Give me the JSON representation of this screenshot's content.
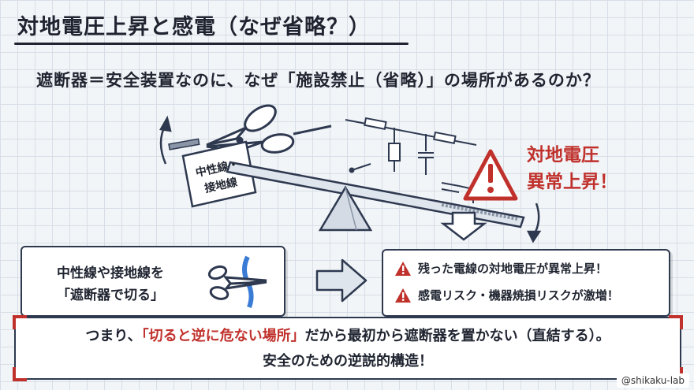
{
  "title": "対地電圧上昇と感電（なぜ省略？）",
  "question": "遮断器＝安全装置なのに、なぜ「施設禁止（省略）」の場所があるのか？",
  "illustration": {
    "tag_line1": "中性線・",
    "tag_line2": "接地線",
    "warning_line1": "対地電圧",
    "warning_line2": "異常上昇！"
  },
  "cause": {
    "line1": "中性線や接地線を",
    "line2": "「遮断器で切る」"
  },
  "effects": [
    "残った電線の対地電圧が異常上昇！",
    "感電リスク・機器焼損リスクが激増！"
  ],
  "conclusion": {
    "prefix": "つまり、",
    "highlight": "「切ると逆に危ない場所」",
    "suffix": "だから最初から遮断器を置かない（直結する）。",
    "line2": "安全のための逆説的構造！"
  },
  "credit": "@shikaku-lab",
  "colors": {
    "accent": "#c0312c",
    "ink": "#1f2430",
    "frame": "#2e3950"
  }
}
